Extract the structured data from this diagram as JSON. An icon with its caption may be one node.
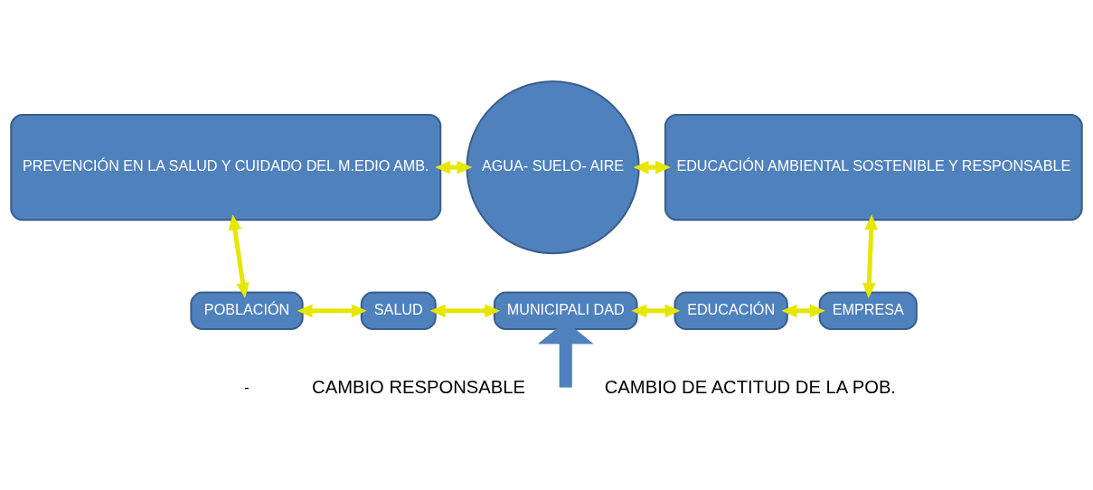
{
  "diagram": {
    "nodes": [
      {
        "text": [
          "PREVENCIÓN EN LA SALUD Y CUIDADO DEL M.EDIO AMB."
        ]
      },
      {
        "text": [
          "AGUA- SUELO- AIRE"
        ]
      },
      {
        "text": [
          "EDUCACIÓN AMBIENTAL SOSTENIBLE Y RESPONSABLE"
        ]
      },
      {
        "text": [
          "POBLACIÓN"
        ]
      },
      {
        "text": [
          "SALUD"
        ]
      },
      {
        "text": [
          "MUNICIPALI DAD"
        ]
      },
      {
        "text": [
          "EDUCACIÓN"
        ]
      },
      {
        "text": [
          "EMPRESA"
        ]
      }
    ],
    "edges": [
      {
        "from": 0,
        "to": 1,
        "arrow": "both"
      },
      {
        "from": 1,
        "to": 2,
        "arrow": "both"
      },
      {
        "from": 0,
        "to": 3,
        "arrow": "both"
      },
      {
        "from": 2,
        "to": 7,
        "arrow": "both"
      },
      {
        "from": 3,
        "to": 4,
        "arrow": "both"
      },
      {
        "from": 4,
        "to": 5,
        "arrow": "both"
      },
      {
        "from": 5,
        "to": 6,
        "arrow": "both"
      },
      {
        "from": 6,
        "to": 7,
        "arrow": "both"
      },
      {
        "from": null,
        "to": 5,
        "arrow": "to",
        "style": "thick",
        "color": "#4f81bd"
      }
    ],
    "labels": [
      "-",
      "CAMBIO RESPONSABLE",
      "CAMBIO DE ACTITUD DE LA POB."
    ]
  }
}
